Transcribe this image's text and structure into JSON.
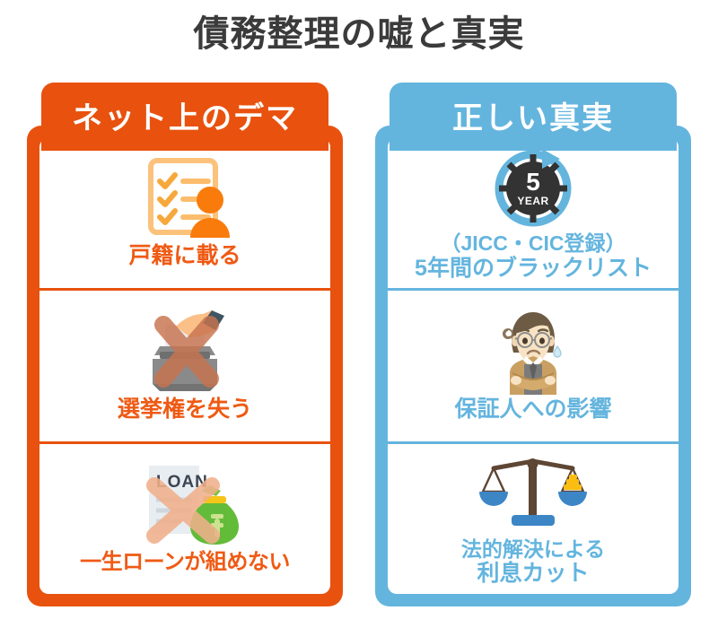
{
  "title": "債務整理の嘘と真実",
  "colors": {
    "orange": "#e8520e",
    "orange_text": "#ef5a14",
    "blue": "#64b5de",
    "title_gray": "#3b3b3b",
    "white": "#ffffff"
  },
  "panels": [
    {
      "side": "left",
      "header": "ネット上のデマ",
      "accent": "#e8520e",
      "items": [
        {
          "icon": "checklist-person-icon",
          "label_main": "戸籍に載る",
          "label_sub": ""
        },
        {
          "icon": "ballot-box-crossed-icon",
          "label_main": "選挙権を失う",
          "label_sub": ""
        },
        {
          "icon": "loan-document-moneybag-crossed-icon",
          "label_main": "一生ローンが組めない",
          "label_sub": ""
        }
      ]
    },
    {
      "side": "right",
      "header": "正しい真実",
      "accent": "#64b5de",
      "items": [
        {
          "icon": "five-year-clock-icon",
          "icon_text_number": "5",
          "icon_text_unit": "YEAR",
          "label_sub": "（JICC・CIC登録）",
          "label_main": "5年間のブラックリスト"
        },
        {
          "icon": "worried-man-icon",
          "label_main": "保証人への影響",
          "label_sub": ""
        },
        {
          "icon": "balance-scale-icon",
          "label_sub": "法的解決による",
          "label_main": "利息カット"
        }
      ]
    }
  ]
}
